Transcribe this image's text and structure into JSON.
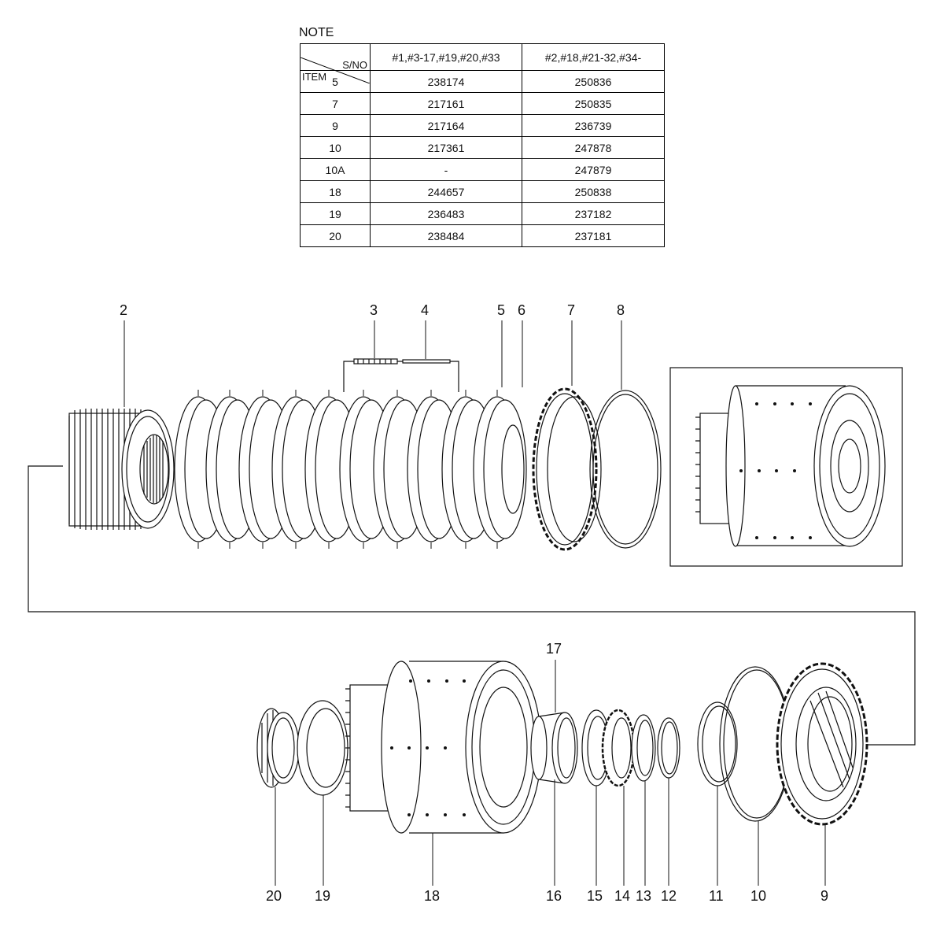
{
  "note": {
    "title": "NOTE",
    "corner_top": "S/NO",
    "corner_bottom": "ITEM",
    "columns": [
      "#1,#3-17,#19,#20,#33",
      "#2,#18,#21-32,#34-"
    ],
    "rows": [
      {
        "item": "5",
        "a": "238174",
        "b": "250836"
      },
      {
        "item": "7",
        "a": "217161",
        "b": "250835"
      },
      {
        "item": "9",
        "a": "217164",
        "b": "236739"
      },
      {
        "item": "10",
        "a": "217361",
        "b": "247878"
      },
      {
        "item": "10A",
        "a": "-",
        "b": "247879"
      },
      {
        "item": "18",
        "a": "244657",
        "b": "250838"
      },
      {
        "item": "19",
        "a": "236483",
        "b": "237182"
      },
      {
        "item": "20",
        "a": "238484",
        "b": "237181"
      }
    ]
  },
  "callouts": {
    "top": [
      "2",
      "3",
      "4",
      "5",
      "6",
      "7",
      "8"
    ],
    "bottom": [
      "20",
      "19",
      "18",
      "17",
      "16",
      "15",
      "14",
      "13",
      "12",
      "11",
      "10",
      "9"
    ]
  }
}
